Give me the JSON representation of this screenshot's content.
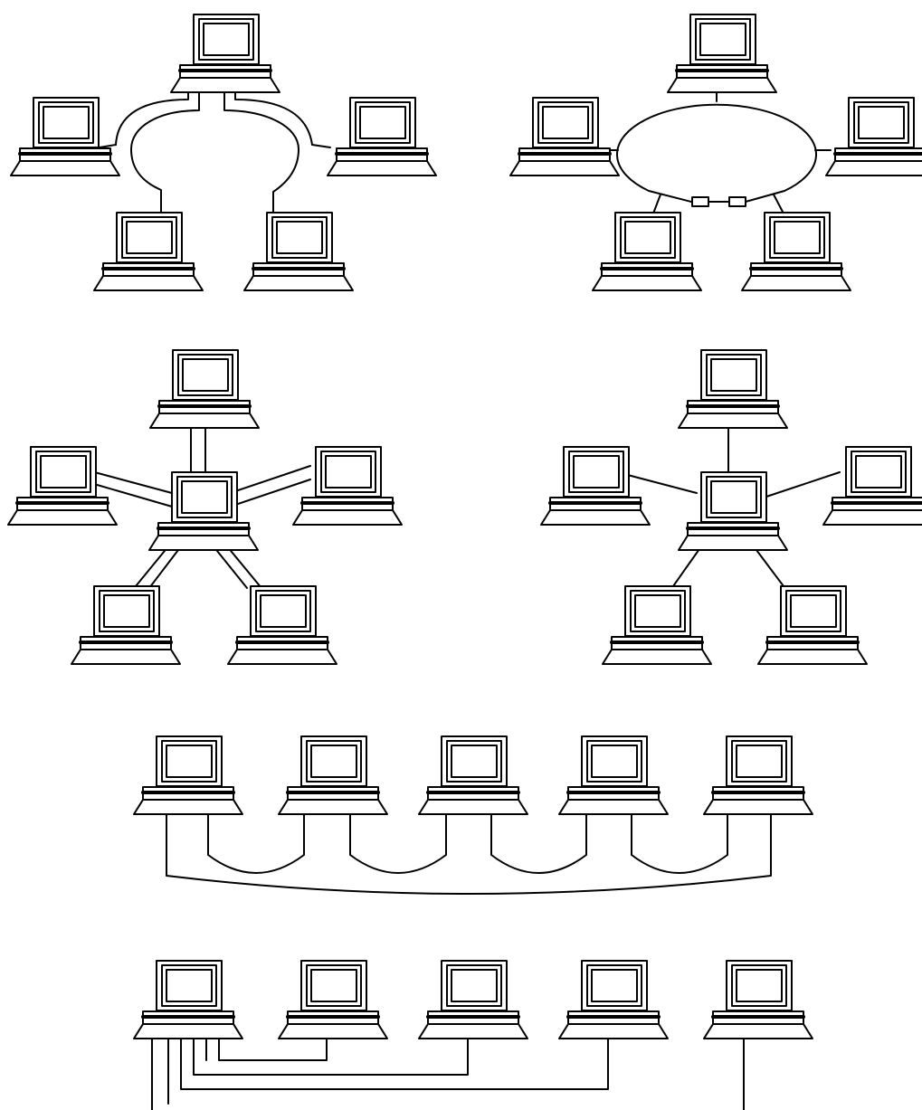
{
  "diagram": {
    "kind": "network-topologies",
    "line_color": "#000000",
    "background": "#ffffff",
    "topologies": [
      {
        "id": "ring-double-cable",
        "computers": 5
      },
      {
        "id": "ring-ellipse-with-connectors",
        "computers": 5,
        "connectors": 2
      },
      {
        "id": "star-double-cable",
        "computers": 6,
        "hub": "computer"
      },
      {
        "id": "star-single-cable",
        "computers": 6,
        "hub": "computer"
      },
      {
        "id": "daisy-chain-loop",
        "computers": 5
      },
      {
        "id": "bus-nested-cables",
        "computers": 5
      }
    ]
  }
}
